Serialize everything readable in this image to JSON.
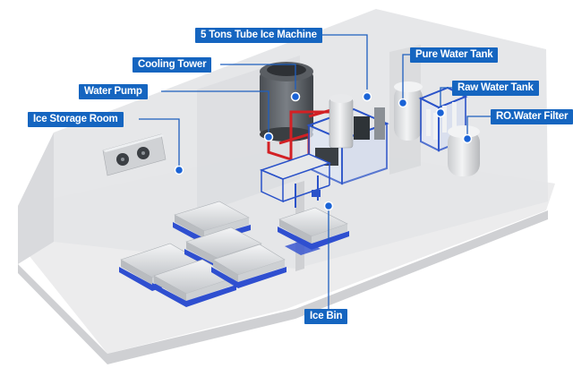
{
  "labels": {
    "ice_machine": "5 Tons Tube Ice Machine",
    "cooling_tower": "Cooling Tower",
    "water_pump": "Water Pump",
    "ice_storage_room": "Ice Storage Room",
    "pure_water_tank": "Pure Water Tank",
    "raw_water_tank": "Raw Water Tank",
    "ro_water_filter": "RO.Water Filter",
    "ice_bin": "Ice Bin"
  },
  "colors": {
    "callout_bg": "#1565c0",
    "leader_line": "#1e5fbf",
    "marker": "#1a63d6",
    "room_wall": "#e3e4e6",
    "room_floor": "#ececed",
    "pipe_red": "#d32024",
    "frame_blue": "#2a52c9"
  },
  "icons": {
    "marker": "blue-dot-marker-icon",
    "evaporator": "evaporator-fan-unit-icon"
  }
}
